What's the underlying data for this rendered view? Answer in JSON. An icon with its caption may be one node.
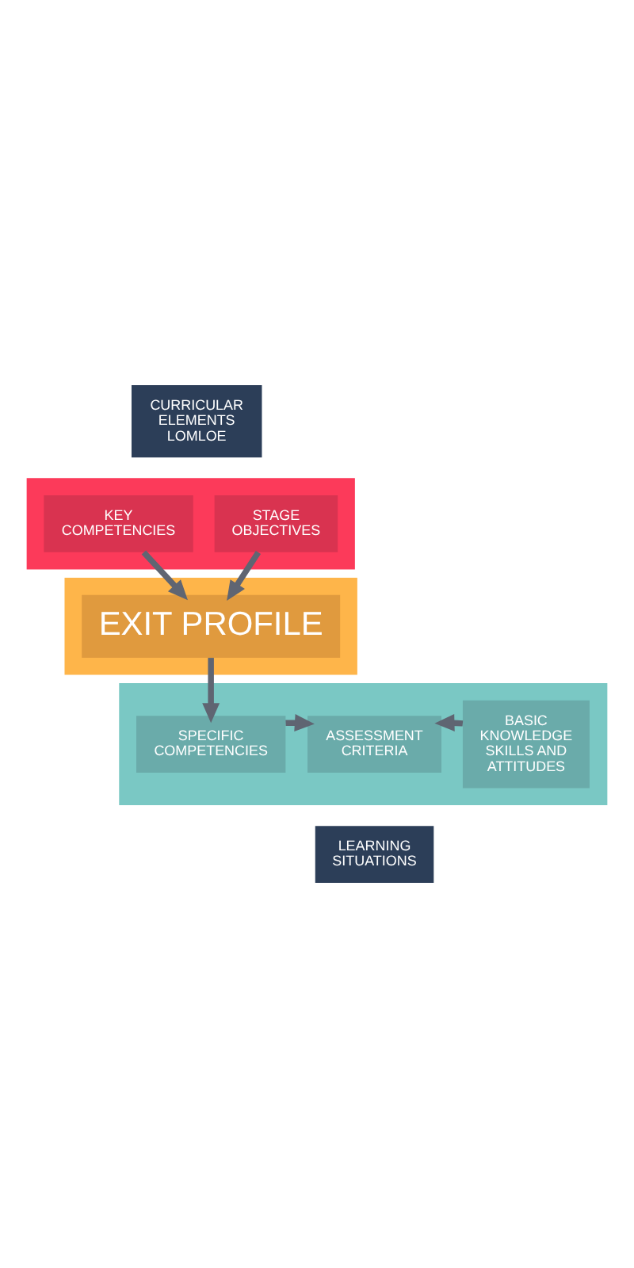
{
  "diagram": {
    "nodes": [
      {
        "text": [
          "CURRICULAR ELEMENTS",
          "LOMLOE"
        ]
      },
      {
        "text": [],
        "shape": "bar"
      },
      {
        "text": [
          "KEY COMPETENCIES"
        ],
        "in": 1
      },
      {
        "text": [
          "STAGE OBJECTIVES"
        ],
        "in": 1
      },
      {
        "text": [],
        "shape": "bar"
      },
      {
        "text": [
          "EXIT PROFILE"
        ],
        "in": 4
      },
      {
        "text": [],
        "shape": "bar"
      },
      {
        "text": [
          "SPECIFIC COMPETENCIES"
        ],
        "in": 6
      },
      {
        "text": [
          "ASSESSMENT CRITERIA"
        ],
        "in": 6
      },
      {
        "text": [
          "BASIC KNOWLEDGE SKILLS AND ATTITUDES"
        ],
        "in": 6
      },
      {
        "text": [
          "LEARNING SITUATIONS"
        ]
      }
    ],
    "edges": [
      {
        "from": 2,
        "to": 5,
        "arrow": "to"
      },
      {
        "from": 3,
        "to": 5,
        "arrow": "to"
      },
      {
        "from": 5,
        "to": 7,
        "arrow": "to"
      },
      {
        "from": 7,
        "to": 8,
        "arrow": "to"
      },
      {
        "from": 9,
        "to": 8,
        "arrow": "to"
      }
    ]
  }
}
